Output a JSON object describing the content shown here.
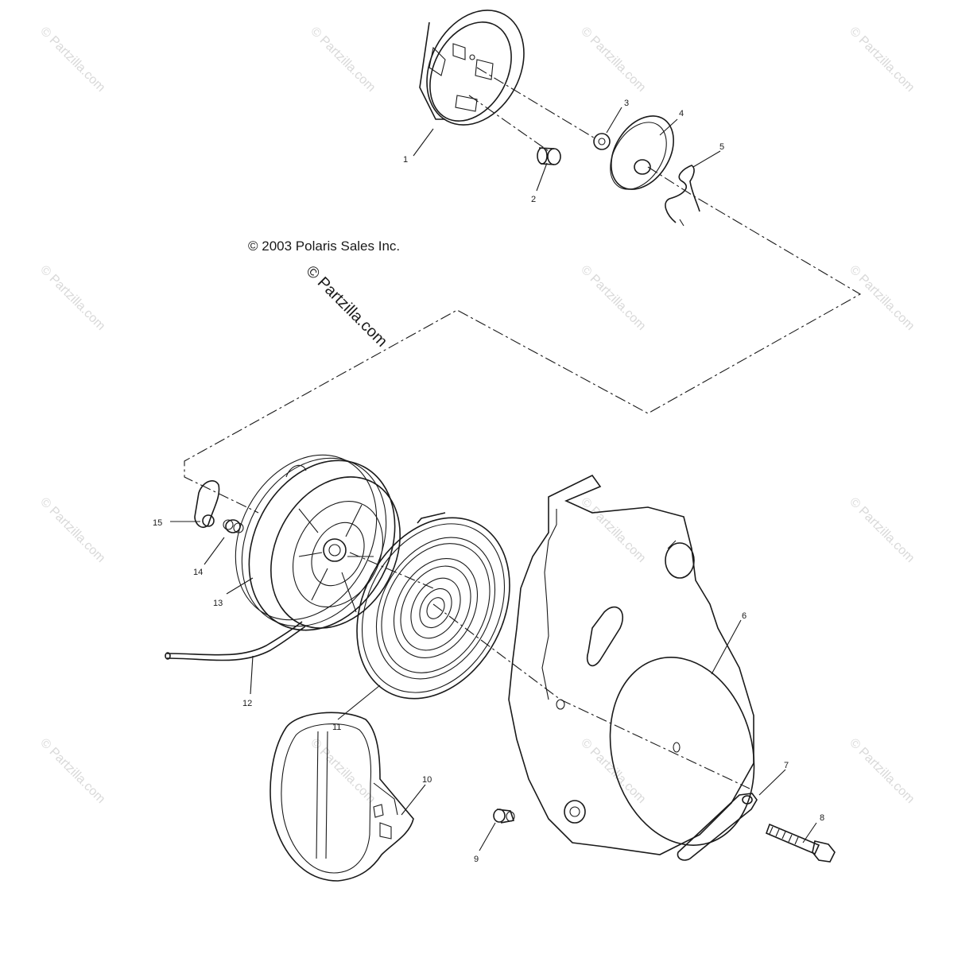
{
  "diagram": {
    "copyright": "© 2003 Polaris Sales Inc.",
    "brand_watermark": "© Partzilla.com",
    "repeat_watermark": "© Partzilla.com",
    "part_callouts": [
      {
        "id": "1",
        "label": "1"
      },
      {
        "id": "2",
        "label": "2"
      },
      {
        "id": "3",
        "label": "3"
      },
      {
        "id": "4",
        "label": "4"
      },
      {
        "id": "5",
        "label": "5"
      },
      {
        "id": "6",
        "label": "6"
      },
      {
        "id": "7",
        "label": "7"
      },
      {
        "id": "8",
        "label": "8"
      },
      {
        "id": "9",
        "label": "9"
      },
      {
        "id": "10",
        "label": "10"
      },
      {
        "id": "11",
        "label": "11"
      },
      {
        "id": "12",
        "label": "12"
      },
      {
        "id": "13",
        "label": "13"
      },
      {
        "id": "14",
        "label": "14"
      },
      {
        "id": "15",
        "label": "15"
      }
    ]
  }
}
